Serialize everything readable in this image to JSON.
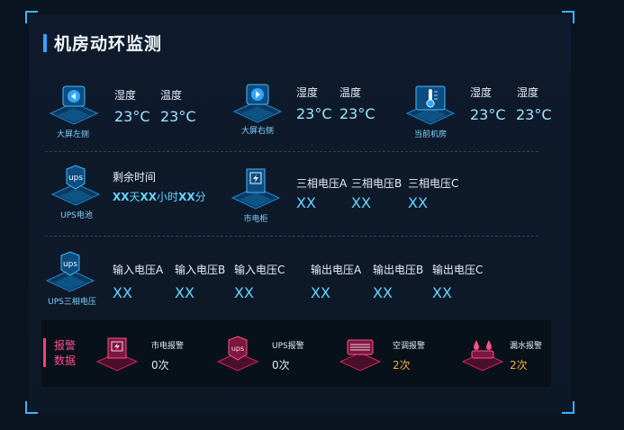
{
  "title": "机房动环监测",
  "colors": {
    "accent": "#3aa0ff",
    "value": "#9fe4ff",
    "alarm": "#ff3d7a",
    "count_white": "#dfe9f5",
    "count_orange": "#f2b233"
  },
  "environment": [
    {
      "icon": "screen-left-icon",
      "caption": "大屏左侧",
      "humidity_label": "湿度",
      "humidity_value": "23°C",
      "temp_label": "温度",
      "temp_value": "23°C"
    },
    {
      "icon": "screen-right-icon",
      "caption": "大屏右侧",
      "humidity_label": "湿度",
      "humidity_value": "23°C",
      "temp_label": "温度",
      "temp_value": "23°C"
    },
    {
      "icon": "thermometer-icon",
      "caption": "当前机房",
      "humidity_label": "湿度",
      "humidity_value": "23°C",
      "temp_label": "湿度",
      "temp_value": "23°C"
    }
  ],
  "ups_battery": {
    "icon": "ups-battery-icon",
    "caption": "UPS电池",
    "remaining_label": "剩余时间",
    "remaining": {
      "d": "XX",
      "d_unit": "天",
      "h": "XX",
      "h_unit": "小时",
      "m": "XX",
      "m_unit": "分"
    }
  },
  "mains_cabinet": {
    "icon": "mains-cabinet-icon",
    "caption": "市电柜",
    "phases": [
      {
        "label": "三相电压A",
        "value": "XX"
      },
      {
        "label": "三相电压B",
        "value": "XX"
      },
      {
        "label": "三相电压C",
        "value": "XX"
      }
    ]
  },
  "ups_three_phase": {
    "icon": "ups-three-phase-icon",
    "caption": "UPS三相电压",
    "readings": [
      {
        "label": "输入电压A",
        "value": "XX"
      },
      {
        "label": "输入电压B",
        "value": "XX"
      },
      {
        "label": "输入电压C",
        "value": "XX"
      },
      {
        "label": "输出电压A",
        "value": "XX"
      },
      {
        "label": "输出电压B",
        "value": "XX"
      },
      {
        "label": "输出电压C",
        "value": "XX"
      }
    ]
  },
  "alarms": {
    "title_line1": "报警",
    "title_line2": "数据",
    "items": [
      {
        "icon": "mains-alarm-icon",
        "name": "市电报警",
        "count": "0次",
        "count_color": "#dfe9f5"
      },
      {
        "icon": "ups-alarm-icon",
        "name": "UPS报警",
        "count": "0次",
        "count_color": "#dfe9f5"
      },
      {
        "icon": "ac-alarm-icon",
        "name": "空调报警",
        "count": "2次",
        "count_color": "#f2b233"
      },
      {
        "icon": "water-leak-alarm-icon",
        "name": "漏水报警",
        "count": "2次",
        "count_color": "#f2b233"
      }
    ]
  }
}
